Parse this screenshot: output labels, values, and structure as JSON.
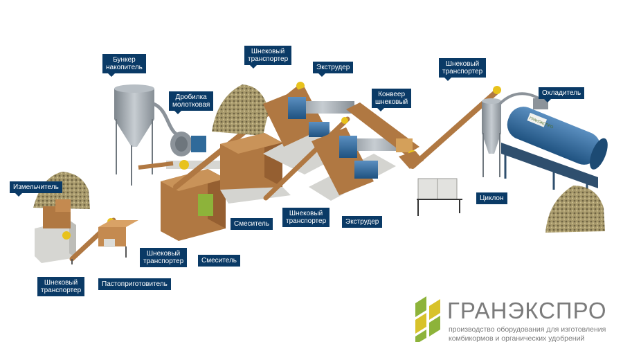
{
  "labels": {
    "grinder": "Измельчитель",
    "screw_conveyor_1": [
      "Шнековый",
      "транспортер"
    ],
    "paste_preparer": "Пастоприготовитель",
    "storage_hopper": [
      "Бункер",
      "накопитель"
    ],
    "hammer_mill": [
      "Дробилка",
      "молотковая"
    ],
    "screw_conveyor_2": [
      "Шнековый",
      "транспортер"
    ],
    "mixer_1": "Смеситель",
    "screw_conveyor_3": [
      "Шнековый",
      "транспортер"
    ],
    "mixer_2": "Смеситель",
    "extruder_1": "Экструдер",
    "screw_conveyor_4": [
      "Шнековый",
      "транспортер"
    ],
    "extruder_2": "Экструдер",
    "screw_feeder": [
      "Конвеер",
      "шнековый"
    ],
    "screw_conveyor_5": [
      "Шнековый",
      "транспортер"
    ],
    "cooler": "Охладитель",
    "cyclone": "Циклон"
  },
  "brand": {
    "name": "ГРАНЭКСПРО",
    "tagline_line1": "производство оборудования для изготовления",
    "tagline_line2": "комбикормов и органических удобрений",
    "cooler_marking": "ГРАНЭКСПРО"
  },
  "colors": {
    "label_bg": "#0a3a66",
    "label_text": "#ffffff",
    "wood": "#b07842",
    "metal_blue": "#2f6a9a",
    "steel": "#9ea6ad",
    "concrete": "#d4d4d0",
    "yellow": "#e8c21c",
    "brand_green": "#8db33a",
    "brand_yellow": "#d8c22a",
    "brand_text": "#7b7b7b"
  }
}
